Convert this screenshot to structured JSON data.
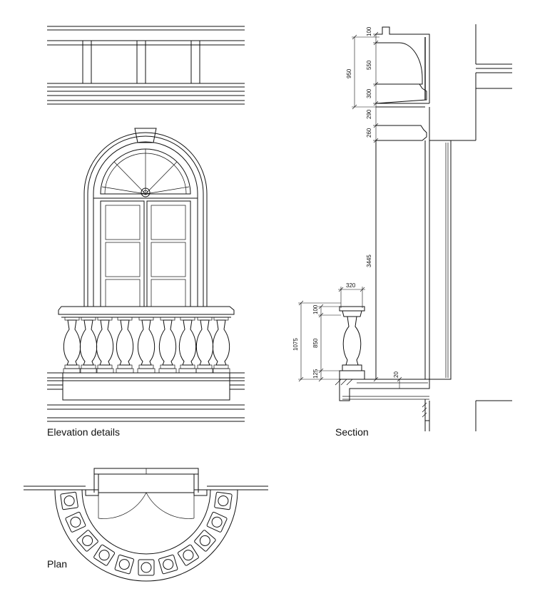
{
  "captions": {
    "elevation": "Elevation details",
    "section": "Section",
    "plan": "Plan"
  },
  "dimensions": {
    "d100_top": "100",
    "d950": "950",
    "d550": "550",
    "d300": "300",
    "d290": "290",
    "d260": "260",
    "d3445": "3445",
    "d320": "320",
    "d1075": "1075",
    "d100_rail": "100",
    "d850": "850",
    "d125": "125",
    "d20": "20"
  },
  "colors": {
    "line": "#111111",
    "background": "#ffffff"
  }
}
